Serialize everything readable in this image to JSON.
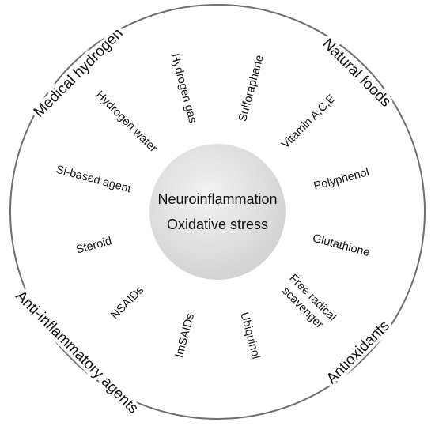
{
  "center": {
    "lines": [
      "Neuroinflammation",
      "Oxidative stress"
    ]
  },
  "quadrants": [
    {
      "id": "medical-hydrogen",
      "title": "Medical hydrogen",
      "color_from": "#c4d9f6",
      "color_to": "#e6eefb",
      "segments": [
        "Si-based agent",
        "Hydrogen water",
        "Hydrogen gas"
      ]
    },
    {
      "id": "natural-foods",
      "title": "Natural foods",
      "color_from": "#c6e3bf",
      "color_to": "#e9f4e5",
      "segments": [
        "Sulforaphane",
        "Vitamin A,C,E",
        "Polyphenol"
      ]
    },
    {
      "id": "antioxidants",
      "title": "Antioxidants",
      "color_from": "#fde0b3",
      "color_to": "#fef3e0",
      "segments": [
        "Glutathione",
        "Free radical\nscavenger",
        "Ubiquinol"
      ]
    },
    {
      "id": "anti-inflammatory-agents",
      "title": "Anti-inflammatory agents",
      "color_from": "#fcc8b8",
      "color_to": "#fdebe4",
      "segments": [
        "Steroid",
        "NSAIDs",
        "ImSAIDs"
      ]
    }
  ],
  "colors": {
    "outer_ring": "#6e6e6e",
    "divider": "#ffffff",
    "center_fill_from": "#f3f3f3",
    "center_fill_to": "#cfcfcf"
  }
}
